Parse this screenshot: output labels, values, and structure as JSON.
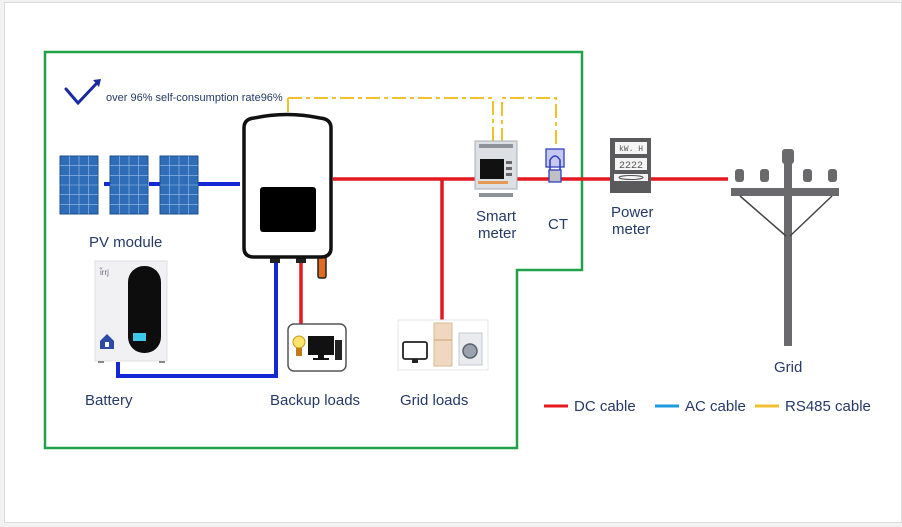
{
  "headline": {
    "text": "over 96% self-consumption rate96%",
    "icon": "check-arrow-icon"
  },
  "components": {
    "pv_module": {
      "label": "PV module",
      "icon": "solar-panel-icon",
      "count": 3
    },
    "inverter": {
      "icon": "hybrid-inverter-icon"
    },
    "battery": {
      "label": "Battery",
      "icon": "battery-icon"
    },
    "smart_meter": {
      "label_line1": "Smart",
      "label_line2": "meter",
      "icon": "smart-meter-icon"
    },
    "ct": {
      "label": "CT",
      "icon": "current-transformer-icon"
    },
    "power_meter": {
      "label_line1": "Power",
      "label_line2": "meter",
      "display_unit": "kW. H",
      "display_digits": "2222",
      "icon": "power-meter-icon"
    },
    "grid": {
      "label": "Grid",
      "icon": "utility-pole-icon"
    },
    "backup_loads": {
      "label": "Backup loads",
      "icon": "bulb-computer-icon"
    },
    "grid_loads": {
      "label": "Grid loads",
      "icon": "appliances-icon"
    }
  },
  "legend": [
    {
      "label": "DC cable",
      "color": "#e3191f"
    },
    {
      "label": "AC cable",
      "color": "#1e9be0"
    },
    {
      "label": "RS485 cable",
      "color": "#f2c12e"
    }
  ],
  "colors": {
    "boundary": "#1fa24a",
    "dc_line": "#e3191f",
    "pv_line": "#1427d6",
    "rs485_line": "#f2c12e",
    "label_text": "#253a66"
  }
}
